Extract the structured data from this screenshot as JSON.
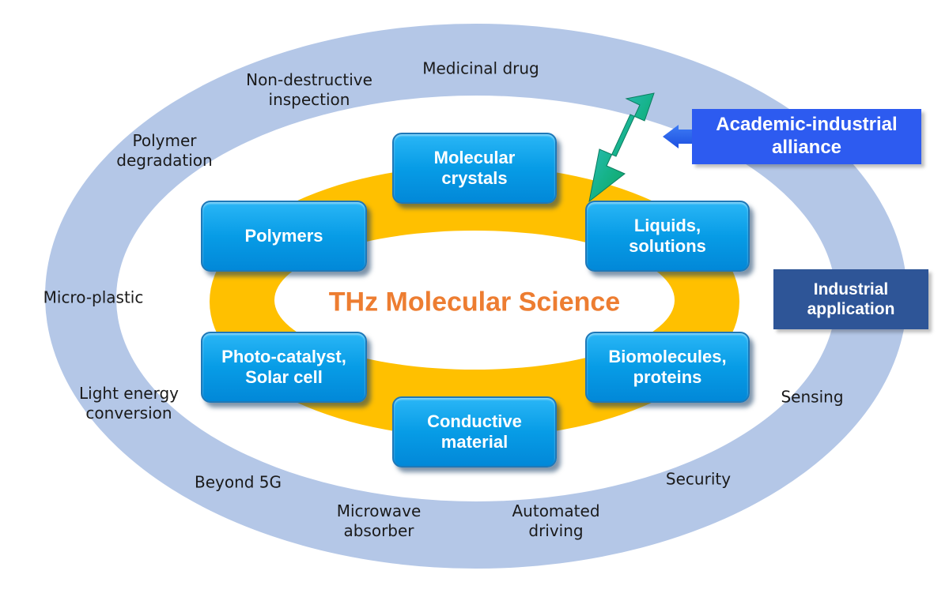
{
  "center_title": "THz Molecular Science",
  "research_fields": [
    "Molecular\ncrystals",
    "Polymers",
    "Liquids,\nsolutions",
    "Photo-catalyst,\nSolar cell",
    "Biomolecules,\nproteins",
    "Conductive\nmaterial"
  ],
  "applications": [
    "Medicinal drug",
    "Non-destructive\ninspection",
    "Polymer\ndegradation",
    "Micro-plastic",
    "Light energy\nconversion",
    "Beyond 5G",
    "Microwave\nabsorber",
    "Automated\ndriving",
    "Security",
    "Sensing"
  ],
  "labels": {
    "academic": "Academic-industrial\nalliance",
    "industrial": "Industrial\napplication"
  },
  "colors": {
    "outer_ring": "#b4c7e7",
    "inner_ring": "#ffc000",
    "field_box": "#079ce6",
    "center_title": "#ed7d31",
    "academic_label": "#2d5bf0",
    "industrial_label": "#2e5597",
    "alliance_arrow": "#12a86a"
  },
  "icons": [
    "double-headed-arrow-icon",
    "left-arrow-icon"
  ]
}
